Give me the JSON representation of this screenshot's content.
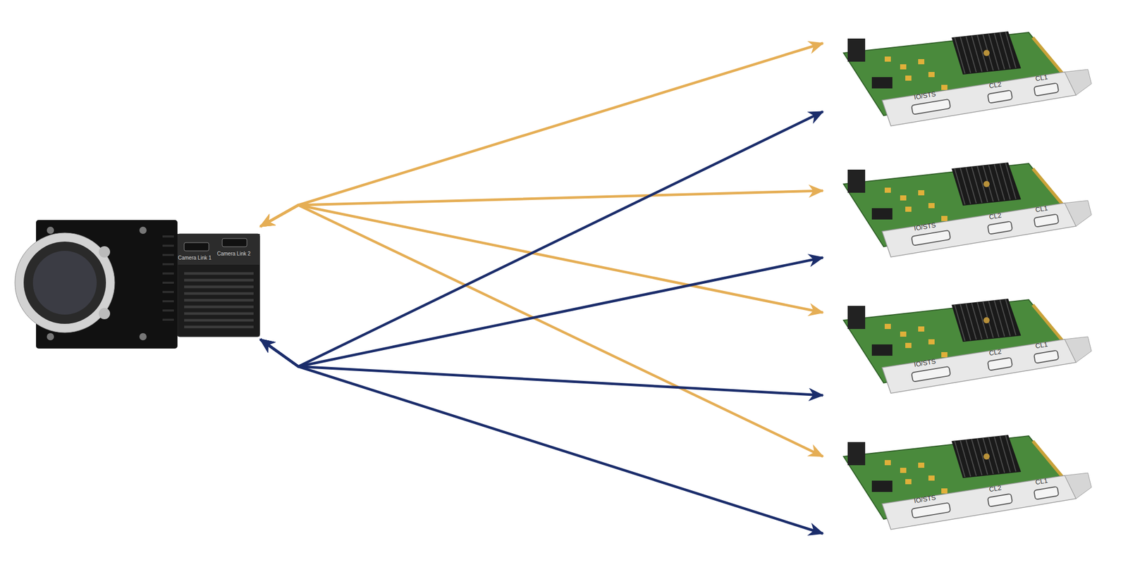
{
  "diagram": {
    "nodes": [
      {
        "text": [
          "Camera Link 1",
          "Camera Link 2"
        ]
      },
      {
        "text": [
          "IO/STS",
          "CL2",
          "CL1"
        ]
      },
      {
        "text": [
          "IO/STS",
          "CL2",
          "CL1"
        ]
      },
      {
        "text": [
          "IO/STS",
          "CL2",
          "CL1"
        ]
      },
      {
        "text": [
          "IO/STS",
          "CL2",
          "CL1"
        ]
      }
    ],
    "edges": [
      {
        "from": 0,
        "to": 1,
        "arrow": "both"
      },
      {
        "from": 0,
        "to": 2,
        "arrow": "both"
      },
      {
        "from": 0,
        "to": 3,
        "arrow": "both"
      },
      {
        "from": 0,
        "to": 4,
        "arrow": "both"
      },
      {
        "from": 0,
        "to": 1,
        "arrow": "both"
      },
      {
        "from": 0,
        "to": 2,
        "arrow": "both"
      },
      {
        "from": 0,
        "to": 3,
        "arrow": "both"
      },
      {
        "from": 0,
        "to": 4,
        "arrow": "both"
      }
    ]
  }
}
